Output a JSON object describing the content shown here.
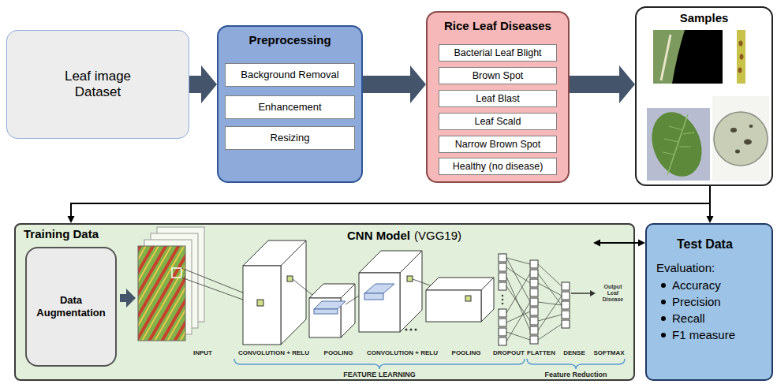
{
  "diagram": {
    "nodes": [
      {
        "text": [
          "Leaf image Dataset"
        ]
      },
      {
        "text": [
          "Preprocessing"
        ]
      },
      {
        "text": [
          "Background Removal"
        ],
        "in": 1
      },
      {
        "text": [
          "Enhancement"
        ],
        "in": 1
      },
      {
        "text": [
          "Resizing"
        ],
        "in": 1
      },
      {
        "text": [
          "Rice Leaf Diseases"
        ]
      },
      {
        "text": [
          "Bacterial Leaf Blight"
        ],
        "in": 5
      },
      {
        "text": [
          "Brown Spot"
        ],
        "in": 5
      },
      {
        "text": [
          "Leaf Blast"
        ],
        "in": 5
      },
      {
        "text": [
          "Leaf Scald"
        ],
        "in": 5
      },
      {
        "text": [
          "Narrow Brown Spot"
        ],
        "in": 5
      },
      {
        "text": [
          "Healthy (no disease)"
        ],
        "in": 5
      },
      {
        "text": [
          "Samples"
        ]
      },
      {
        "text": [
          "Training Data"
        ]
      },
      {
        "text": [
          "Data Augmentation"
        ],
        "in": 13
      },
      {
        "text": [
          "Test Data",
          "Evaluation:",
          "Accuracy",
          "Precision",
          "Recall",
          "F1 measure"
        ]
      }
    ],
    "edges": [
      {
        "from": 0,
        "to": 1,
        "arrow": "to"
      },
      {
        "from": 1,
        "to": 5,
        "arrow": "to"
      },
      {
        "from": 5,
        "to": 12,
        "arrow": "to"
      },
      {
        "from": 12,
        "to": 13,
        "arrow": "to"
      },
      {
        "from": 12,
        "to": 15,
        "arrow": "to"
      },
      {
        "from": 13,
        "to": 15,
        "arrow": "both"
      }
    ],
    "labels": [
      "CNN Model",
      "(VGG19)",
      "INPUT",
      "CONVOLUTION + RELU",
      "POOLING",
      "CONVOLUTION + RELU",
      "POOLING",
      "DROPOUT",
      "FLATTEN",
      "DENSE",
      "SOFTMAX",
      "Output Leaf Disease",
      "FEATURE LEARNING",
      "Feature Reduction"
    ]
  }
}
